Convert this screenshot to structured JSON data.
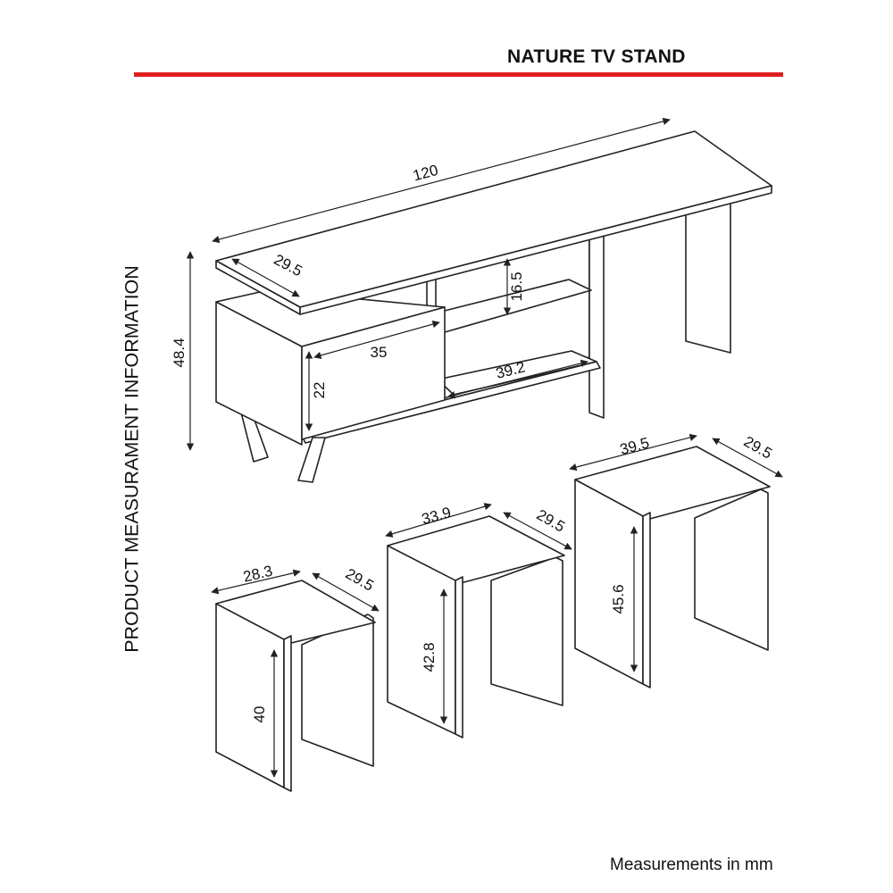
{
  "header": {
    "title": "NATURE TV STAND",
    "accent_color": "#e0201f"
  },
  "side_label": "PRODUCT MEASURAMENT INFORMATION",
  "footer": "Measurements in mm",
  "dimensions": {
    "tv_length": "120",
    "tv_depth": "29.5",
    "tv_height": "48.4",
    "shelf_gap": "16.5",
    "cabinet_width": "35",
    "cabinet_height": "22",
    "shelf_width": "39.2",
    "small_width": "28.3",
    "small_depth": "29.5",
    "small_height": "40",
    "medium_width": "33.9",
    "medium_depth": "29.5",
    "medium_height": "42.8",
    "large_width": "39.5",
    "large_depth": "29.5",
    "large_height": "45.6"
  }
}
